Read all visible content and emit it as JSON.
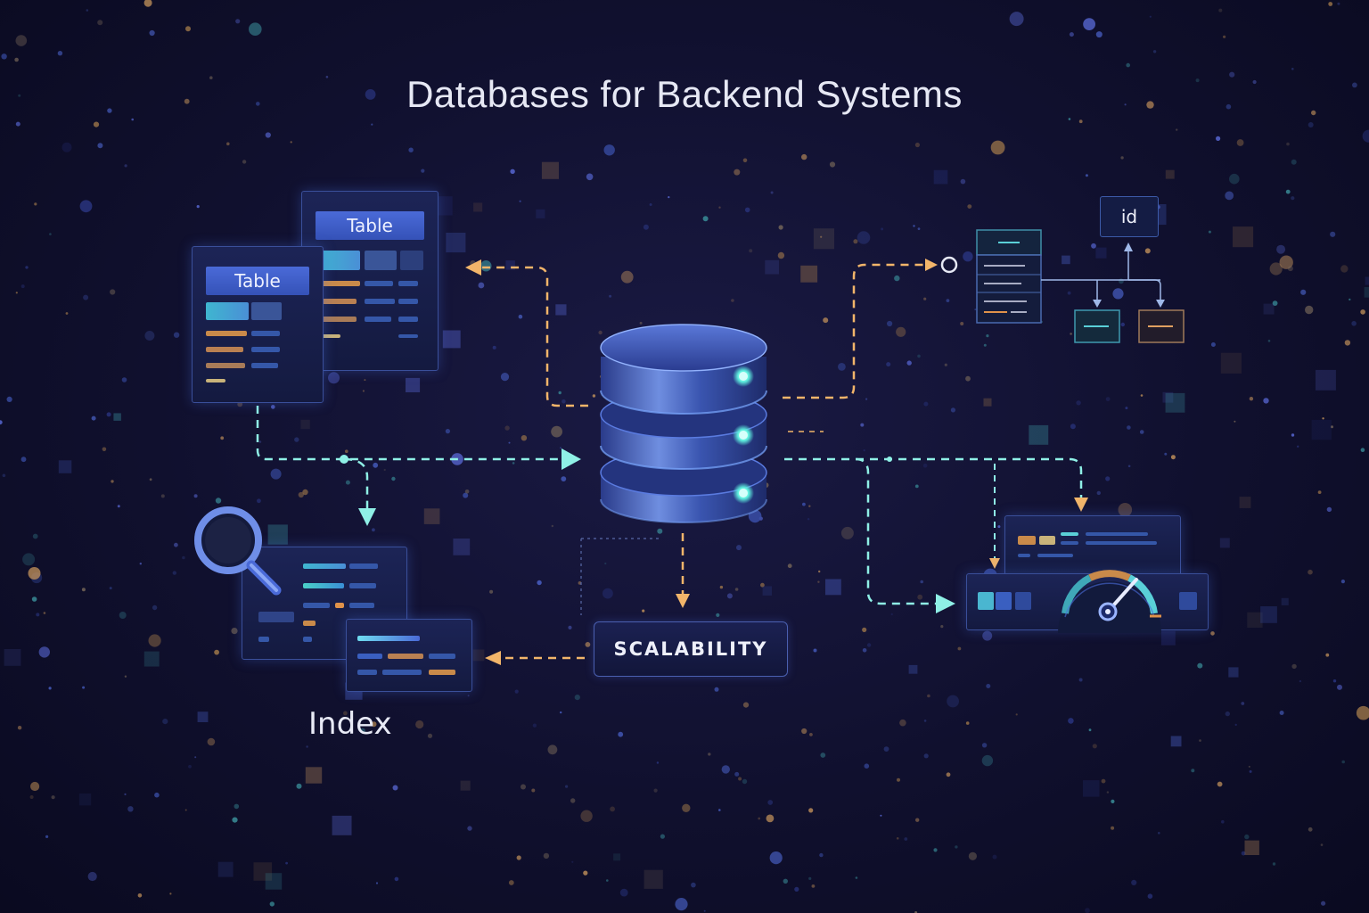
{
  "title": "Databases for Backend Systems",
  "tables": {
    "front_label": "Table",
    "back_label": "Table"
  },
  "index": {
    "label": "Index"
  },
  "scalability": {
    "label": "SCALABILITY"
  },
  "schema": {
    "key_label": "id"
  },
  "colors": {
    "background": "#10102e",
    "cyan_flow": "#8ff0e6",
    "orange_flow": "#f2b56a",
    "panel_border": "#3a4f9a",
    "header_blue": "#3f5ecb",
    "led": "#5ff2e0"
  },
  "icons": [
    "database-icon",
    "magnifier-icon",
    "gauge-icon",
    "table-icon",
    "schema-icon"
  ]
}
